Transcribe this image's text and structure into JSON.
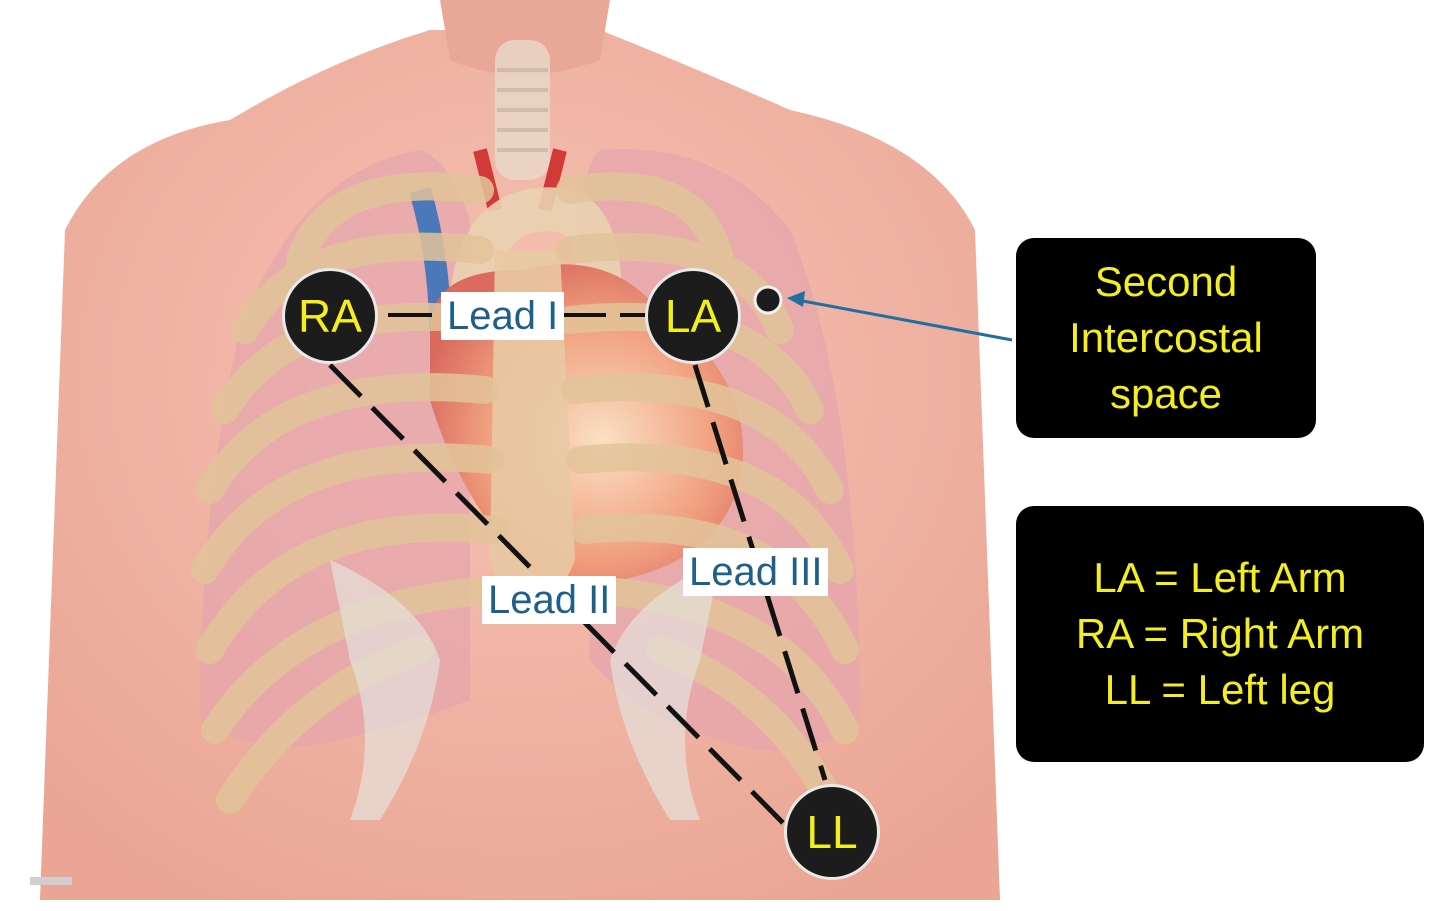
{
  "leads": {
    "lead1": "Lead I",
    "lead2": "Lead II",
    "lead3": "Lead III"
  },
  "electrodes": {
    "ra": "RA",
    "la": "LA",
    "ll": "LL"
  },
  "callout": {
    "lines": [
      "Second",
      "Intercostal",
      "space"
    ]
  },
  "legend": {
    "lines": [
      "LA = Left Arm",
      "RA = Right Arm",
      "LL = Left leg"
    ]
  },
  "colors": {
    "box_background": "#000000",
    "box_text": "#f4ee1e",
    "lead_text": "#1f5f8b",
    "arrow": "#1f6fa0",
    "skin": "#f2b9a8"
  }
}
